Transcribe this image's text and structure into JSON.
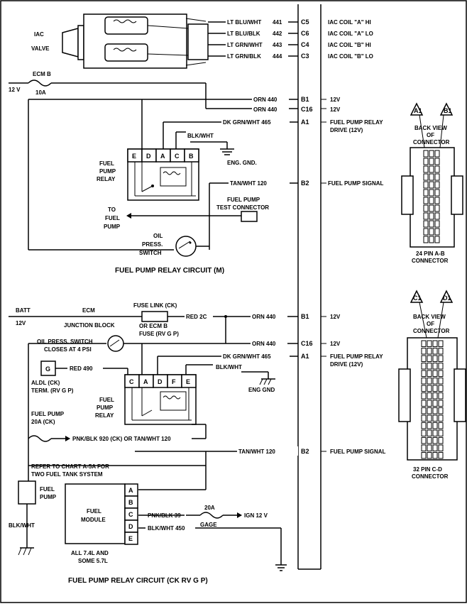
{
  "top": {
    "iac_label_1": "IAC",
    "iac_label_2": "VALVE",
    "wires": [
      {
        "color": "LT BLU/WHT",
        "num": "441",
        "pin": "C5",
        "desc": "IAC COIL \"A\" HI"
      },
      {
        "color": "LT BLU/BLK",
        "num": "442",
        "pin": "C6",
        "desc": "IAC COIL \"A\" LO"
      },
      {
        "color": "LT GRN/WHT",
        "num": "443",
        "pin": "C4",
        "desc": "IAC COIL \"B\" HI"
      },
      {
        "color": "LT GRN/BLK",
        "num": "444",
        "pin": "C3",
        "desc": "IAC COIL \"B\" LO"
      }
    ],
    "ecm_b": "ECM B",
    "fuse_12v": "12 V",
    "fuse_10a": "10A",
    "orn440_a": "ORN  440",
    "pin_b1": "B1",
    "v12_a": "12V",
    "orn440_b": "ORN  440",
    "pin_c16": "C16",
    "v12_b": "12V",
    "dkgrn": "DK GRN/WHT  465",
    "pin_a1": "A1",
    "relay_drive_1": "FUEL PUMP RELAY",
    "relay_drive_2": "DRIVE (12V)",
    "blkwht": "BLK/WHT",
    "eng_gnd": "ENG. GND.",
    "relay_pins": [
      "E",
      "D",
      "A",
      "C",
      "B"
    ],
    "relay_label": [
      "FUEL",
      "PUMP",
      "RELAY"
    ],
    "tanwht": "TAN/WHT  120",
    "pin_b2": "B2",
    "pump_signal": "FUEL PUMP SIGNAL",
    "test_conn_1": "FUEL PUMP",
    "test_conn_2": "TEST CONNECTOR",
    "to_pump": [
      "TO",
      "FUEL",
      "PUMP"
    ],
    "oil_switch": [
      "OIL",
      "PRESS.",
      "SWITCH"
    ],
    "circuit_title": "FUEL PUMP RELAY CIRCUIT (M)",
    "conn_a1": "A1",
    "conn_b1": "B1",
    "back_view": [
      "BACK VIEW",
      "OF",
      "CONNECTOR"
    ],
    "conn_name_1": "24 PIN  A-B",
    "conn_name_2": "CONNECTOR"
  },
  "bottom": {
    "batt": "BATT",
    "v12": "12V",
    "ecm": "ECM",
    "junction": "JUNCTION BLOCK",
    "fuse_link": "FUSE LINK (CK)",
    "or_ecm_b": "OR ECM B",
    "fuse_rvgp": "FUSE (RV G P)",
    "red2c": "RED 2C",
    "orn440_a": "ORN  440",
    "pin_b1": "B1",
    "v12_a": "12V",
    "oil_switch_1": "OIL PRESS. SWITCH",
    "oil_switch_2": "CLOSES AT 4 PSI",
    "orn440_b": "ORN  440",
    "pin_c16": "C16",
    "v12_b": "12V",
    "dkgrn": "DK GRN/WHT  465",
    "pin_a1": "A1",
    "relay_drive_1": "FUEL PUMP RELAY",
    "relay_drive_2": "DRIVE (12V)",
    "blkwht": "BLK/WHT",
    "g_label": "G",
    "red490": "RED 490",
    "aldl_1": "ALDL (CK)",
    "aldl_2": "TERM. (RV G P)",
    "relay_pins": [
      "C",
      "A",
      "D",
      "F",
      "E"
    ],
    "relay_label": [
      "FUEL",
      "PUMP",
      "RELAY"
    ],
    "eng_gnd": "ENG GND",
    "fuse_pump_1": "FUEL PUMP",
    "fuse_pump_2": "20A (CK)",
    "pnk_wire": "PNK/BLK 920 (CK) OR TAN/WHT 120",
    "tanwht": "TAN/WHT  120",
    "pin_b2": "B2",
    "pump_signal": "FUEL PUMP SIGNAL",
    "refer_1": "REFER TO CHART A-5A FOR",
    "refer_2": "TWO FUEL TANK SYSTEM",
    "fuel_pump_1": "FUEL",
    "fuel_pump_2": "PUMP",
    "blkwht_left": "BLK/WHT",
    "module_1": "FUEL",
    "module_2": "MODULE",
    "module_pins": [
      "A",
      "B",
      "C",
      "D",
      "E"
    ],
    "pnkblk39": "PNK/BLK 39",
    "fuse_20a": "20A",
    "ign": "IGN 12 V",
    "blkwht450": "BLK/WHT  450",
    "gage": "GAGE",
    "all_1": "ALL 7.4L AND",
    "all_2": "SOME 5.7L",
    "circuit_title": "FUEL PUMP RELAY CIRCUIT (CK  RV  G  P)",
    "conn_c1": "C1",
    "conn_d1": "D1",
    "back_view": [
      "BACK VIEW",
      "OF",
      "CONNECTOR"
    ],
    "conn_name_1": "32  PIN C-D",
    "conn_name_2": "CONNECTOR"
  }
}
